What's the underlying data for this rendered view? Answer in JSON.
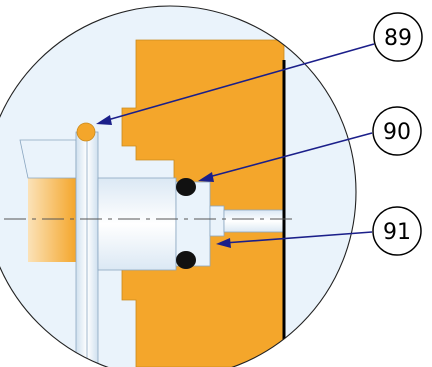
{
  "callouts": [
    {
      "id": "89",
      "label": "89"
    },
    {
      "id": "90",
      "label": "90"
    },
    {
      "id": "91",
      "label": "91"
    }
  ],
  "colors": {
    "housing_orange": "#F4A62B",
    "component_light_blue": "#EAF3FB",
    "component_outline": "#8AA6C0",
    "seal_black": "#111111",
    "leader_line": "#1B1F8A",
    "outline_black": "#000000",
    "ball_yellow": "#F4A62B"
  }
}
